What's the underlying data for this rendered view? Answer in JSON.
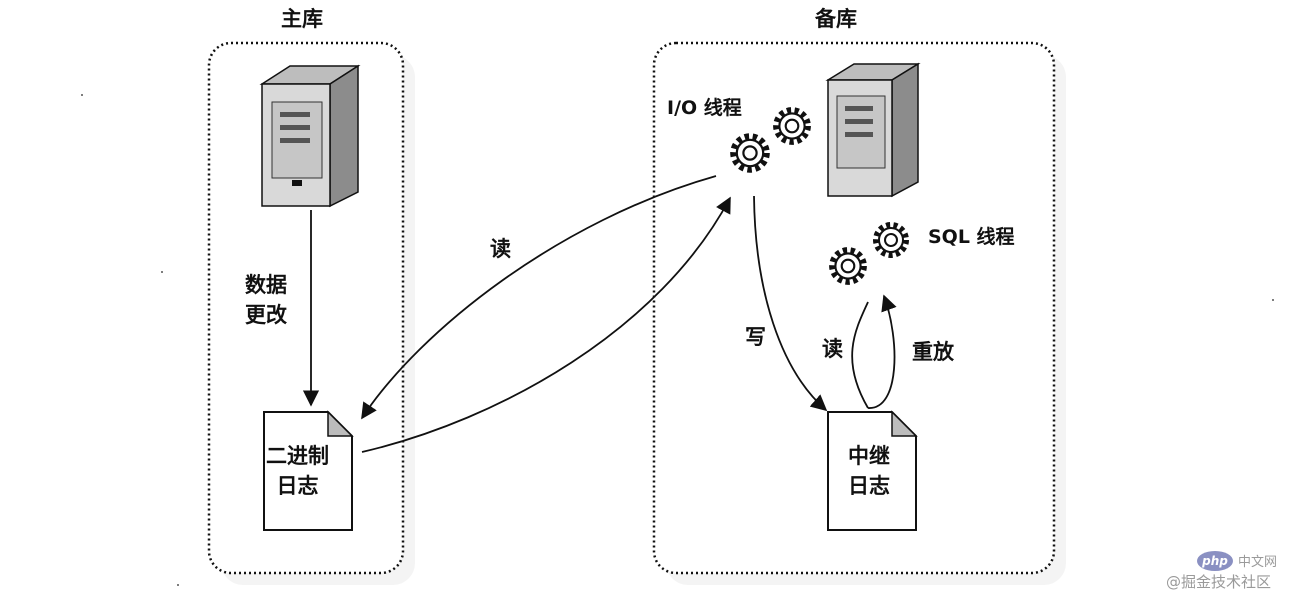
{
  "master": {
    "title": "主库",
    "data_change": [
      "数据",
      "更改"
    ],
    "binlog": [
      "二进制",
      "日志"
    ]
  },
  "slave": {
    "title": "备库",
    "io_thread": "I/O 线程",
    "sql_thread": "SQL 线程",
    "relay_log": [
      "中继",
      "日志"
    ]
  },
  "edges": {
    "read_binlog": "读",
    "write_relay": "写",
    "read_relay": "读",
    "replay": "重放"
  },
  "watermark": {
    "badge": "php",
    "top": "中文网",
    "bottom": "@掘金技术社区"
  },
  "colors": {
    "ink": "#111111",
    "server_body": "#d9d9d9",
    "server_side": "#8c8c8c",
    "page_fill": "#ffffff",
    "watermark": "#9a9a9a",
    "php_badge": "#8a90c2"
  },
  "icons": [
    "server-icon",
    "gear-icon",
    "document-icon"
  ]
}
